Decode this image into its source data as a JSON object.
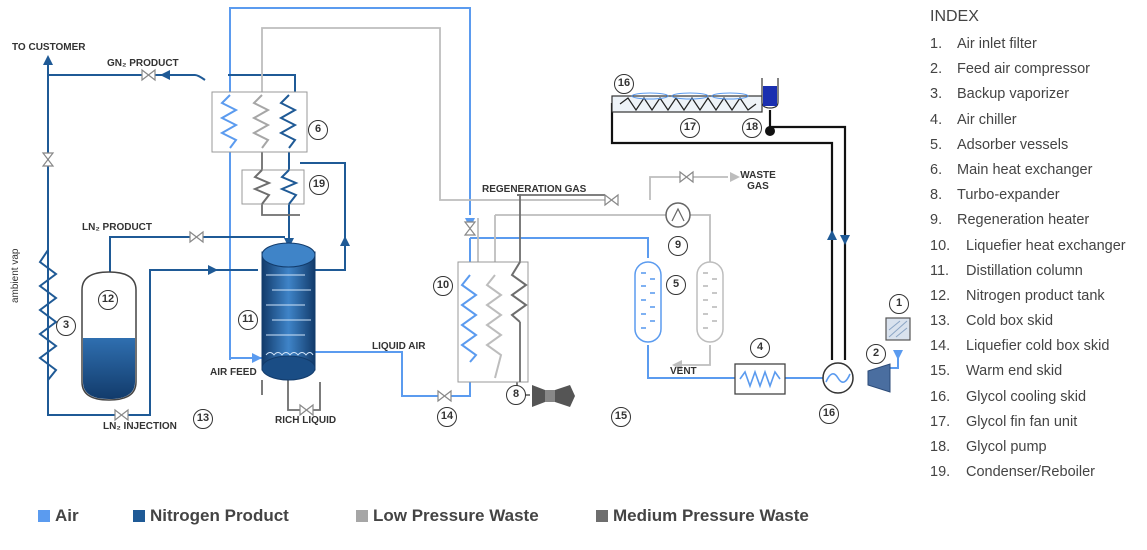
{
  "labels": {
    "to_customer": "TO CUSTOMER",
    "gn2_product": "GN₂ PRODUCT",
    "ln2_product": "LN₂ PRODUCT",
    "ln2_injection": "LN₂ INJECTION",
    "ambient_vap": "ambient vap",
    "air_feed": "AIR FEED",
    "rich_liquid": "RICH LIQUID",
    "liquid_air": "LIQUID AIR",
    "regeneration_gas": "REGENERATION GAS",
    "waste_gas": "WASTE GAS",
    "vent": "VENT"
  },
  "callouts": [
    "1",
    "2",
    "3",
    "4",
    "5",
    "6",
    "8",
    "9",
    "10",
    "11",
    "12",
    "13",
    "14",
    "15",
    "16",
    "16",
    "17",
    "18",
    "19"
  ],
  "index": {
    "title": "INDEX",
    "items": [
      {
        "num": "1.",
        "text": "Air inlet filter"
      },
      {
        "num": "2.",
        "text": "Feed air compressor"
      },
      {
        "num": "3.",
        "text": "Backup vaporizer"
      },
      {
        "num": "4.",
        "text": "Air chiller"
      },
      {
        "num": "5.",
        "text": "Adsorber vessels"
      },
      {
        "num": "6.",
        "text": "Main heat exchanger"
      },
      {
        "num": "8.",
        "text": "Turbo-expander"
      },
      {
        "num": "9.",
        "text": "Regeneration heater"
      },
      {
        "num": "10.",
        "text": "Liquefier heat exchanger"
      },
      {
        "num": "11.",
        "text": "Distillation column"
      },
      {
        "num": "12.",
        "text": "Nitrogen product tank"
      },
      {
        "num": "13.",
        "text": "Cold box skid"
      },
      {
        "num": "14.",
        "text": "Liquefier cold box skid"
      },
      {
        "num": "15.",
        "text": "Warm end skid"
      },
      {
        "num": "16.",
        "text": "Glycol cooling skid"
      },
      {
        "num": "17.",
        "text": "Glycol fin fan unit"
      },
      {
        "num": "18.",
        "text": "Glycol pump"
      },
      {
        "num": "19.",
        "text": "Condenser/Reboiler"
      }
    ]
  },
  "legend": [
    {
      "label": "Air",
      "color": "#5b9bef"
    },
    {
      "label": "Nitrogen Product",
      "color": "#1f5a96"
    },
    {
      "label": "Low Pressure Waste",
      "color": "#a6a6a6"
    },
    {
      "label": "Medium Pressure Waste",
      "color": "#6e6e6e"
    }
  ],
  "colors": {
    "air": "#5b9bef",
    "nitrogen": "#1f5a96",
    "lp_waste": "#a6a6a6",
    "mp_waste": "#6e6e6e",
    "glycol": "#111111"
  }
}
